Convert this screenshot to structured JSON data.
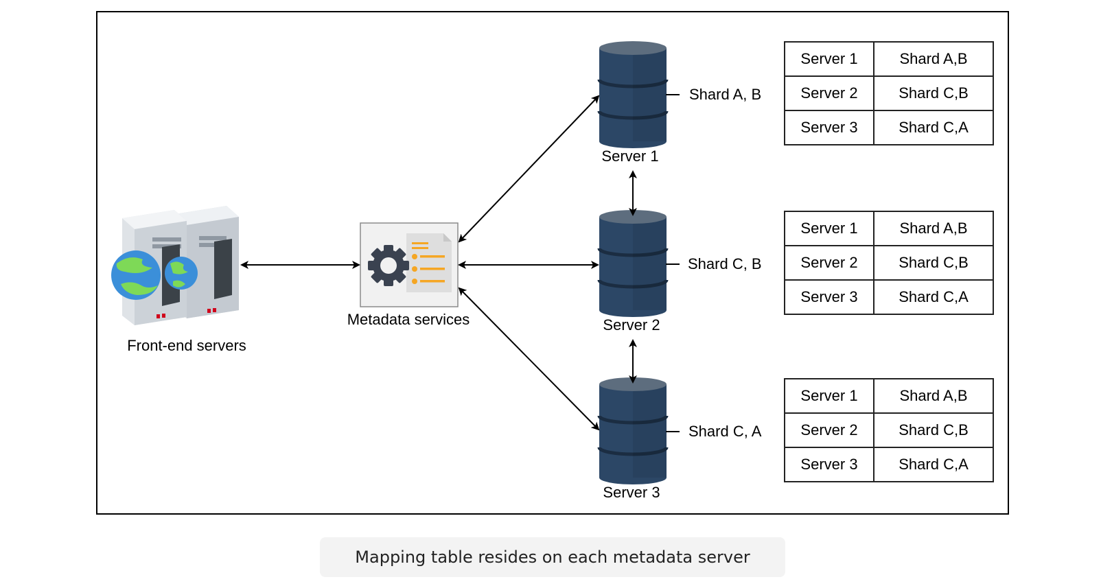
{
  "nodes": {
    "frontend": {
      "label": "Front-end servers"
    },
    "metadata": {
      "label": "Metadata services"
    },
    "servers": [
      {
        "label": "Server 1",
        "shards": "Shard A, B"
      },
      {
        "label": "Server 2",
        "shards": "Shard C, B"
      },
      {
        "label": "Server 3",
        "shards": "Shard C, A"
      }
    ]
  },
  "mapping_table": [
    {
      "server": "Server 1",
      "shards": "Shard A,B"
    },
    {
      "server": "Server 2",
      "shards": "Shard C,B"
    },
    {
      "server": "Server 3",
      "shards": "Shard C,A"
    }
  ],
  "caption": "Mapping table resides on each metadata server",
  "colors": {
    "database": "#2c4766",
    "database_top": "#5d6d7e",
    "gear": "#3a4250",
    "list_bullet": "#f5a623"
  }
}
